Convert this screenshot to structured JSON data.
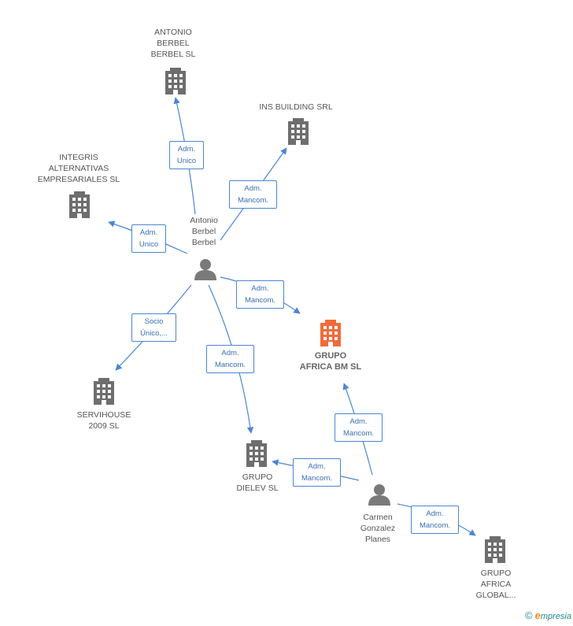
{
  "colors": {
    "edge": "#4a86d4",
    "building": "#6e6e6e",
    "focus_building": "#f26b3a",
    "person": "#7a7a7a"
  },
  "nodes": {
    "antonio_berbel_sl": "ANTONIO\nBERBEL\nBERBEL SL",
    "ins_building": "INS BUILDING SRL",
    "integris": "INTEGRIS\nALTERNATIVAS\nEMPRESARIALES SL",
    "antonio": "Antonio\nBerbel\nBerbel",
    "grupo_africa_bm": "GRUPO\nAFRICA BM SL",
    "servihouse": "SERVIHOUSE\n2009 SL",
    "grupo_dielev": "GRUPO\nDIELEV SL",
    "carmen": "Carmen\nGonzalez\nPlanes",
    "grupo_africa_global": "GRUPO\nAFRICA\nGLOBAL..."
  },
  "edges": {
    "e1": "Adm.\nUnico",
    "e2": "Adm.\nMancom.",
    "e3": "Adm.\nUnico",
    "e4": "Adm.\nMancom.",
    "e5": "Socio\nÚnico,...",
    "e6": "Adm.\nMancom.",
    "e7": "Adm.\nMancom.",
    "e8": "Adm.\nMancom.",
    "e9": "Adm.\nMancom."
  },
  "footer": {
    "copyright": "©",
    "brand_initial": "e",
    "brand_rest": "mpresia"
  }
}
